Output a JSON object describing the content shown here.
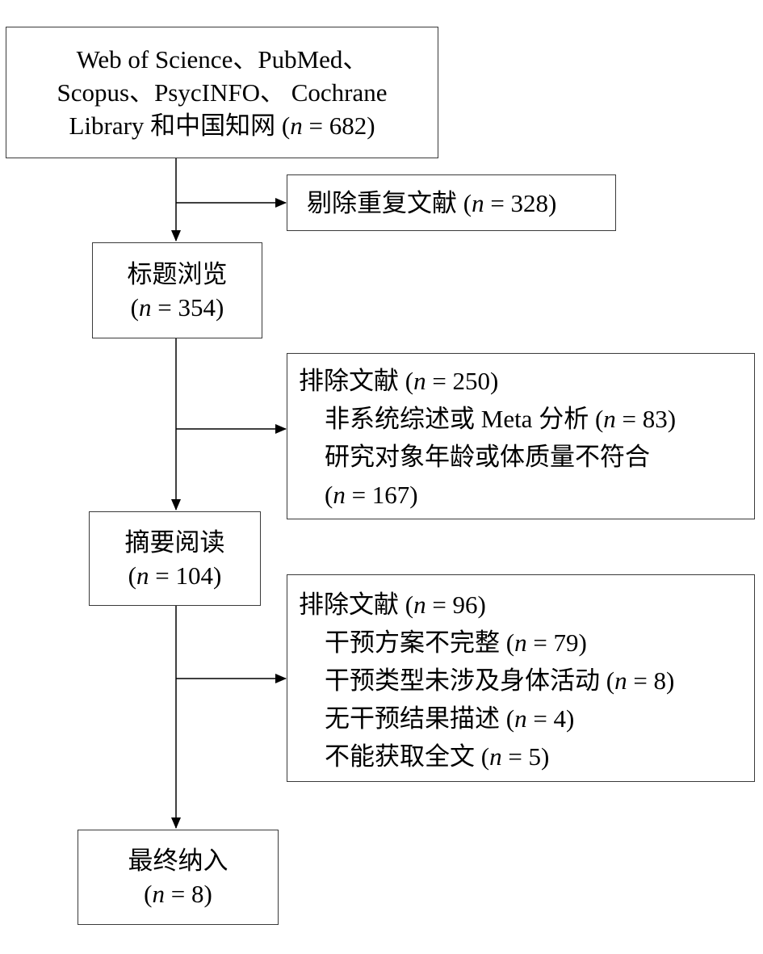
{
  "sources": {
    "lines": [
      "Web of Science、PubMed、",
      "Scopus、PsycINFO、 Cochrane"
    ],
    "last_prefix": "Library 和中国知网 (",
    "n": "n",
    "count": " = 682)"
  },
  "duplicates": {
    "prefix": "剔除重复文献 (",
    "n": "n",
    "count": " = 328)"
  },
  "title_screen": {
    "label": "标题浏览",
    "prefix": "(",
    "n": "n",
    "count": " = 354)"
  },
  "excluded_1": {
    "header_prefix": "排除文献 (",
    "n": "n",
    "header_count": " = 250)",
    "items": [
      {
        "label": "非系统综述或 Meta 分析 (",
        "count": " = 83)"
      }
    ],
    "wrapped_item": {
      "label": "研究对象年龄或体质量不符合",
      "prefix": " (",
      "count": " = 167)"
    }
  },
  "abstract_screen": {
    "label": "摘要阅读",
    "prefix": "(",
    "n": "n",
    "count": " = 104)"
  },
  "excluded_2": {
    "header_prefix": "排除文献 (",
    "n": "n",
    "header_count": " = 96)",
    "items": [
      {
        "label": "干预方案不完整 (",
        "count": " = 79)"
      },
      {
        "label": "干预类型未涉及身体活动 (",
        "count": " = 8)"
      },
      {
        "label": "无干预结果描述 (",
        "count": " = 4)"
      },
      {
        "label": "不能获取全文 (",
        "count": " = 5)"
      }
    ]
  },
  "included": {
    "label": "最终纳入",
    "prefix": "(",
    "n": "n",
    "count": " = 8)"
  },
  "colors": {
    "line": "#000000",
    "border": "#3a3a3a"
  }
}
